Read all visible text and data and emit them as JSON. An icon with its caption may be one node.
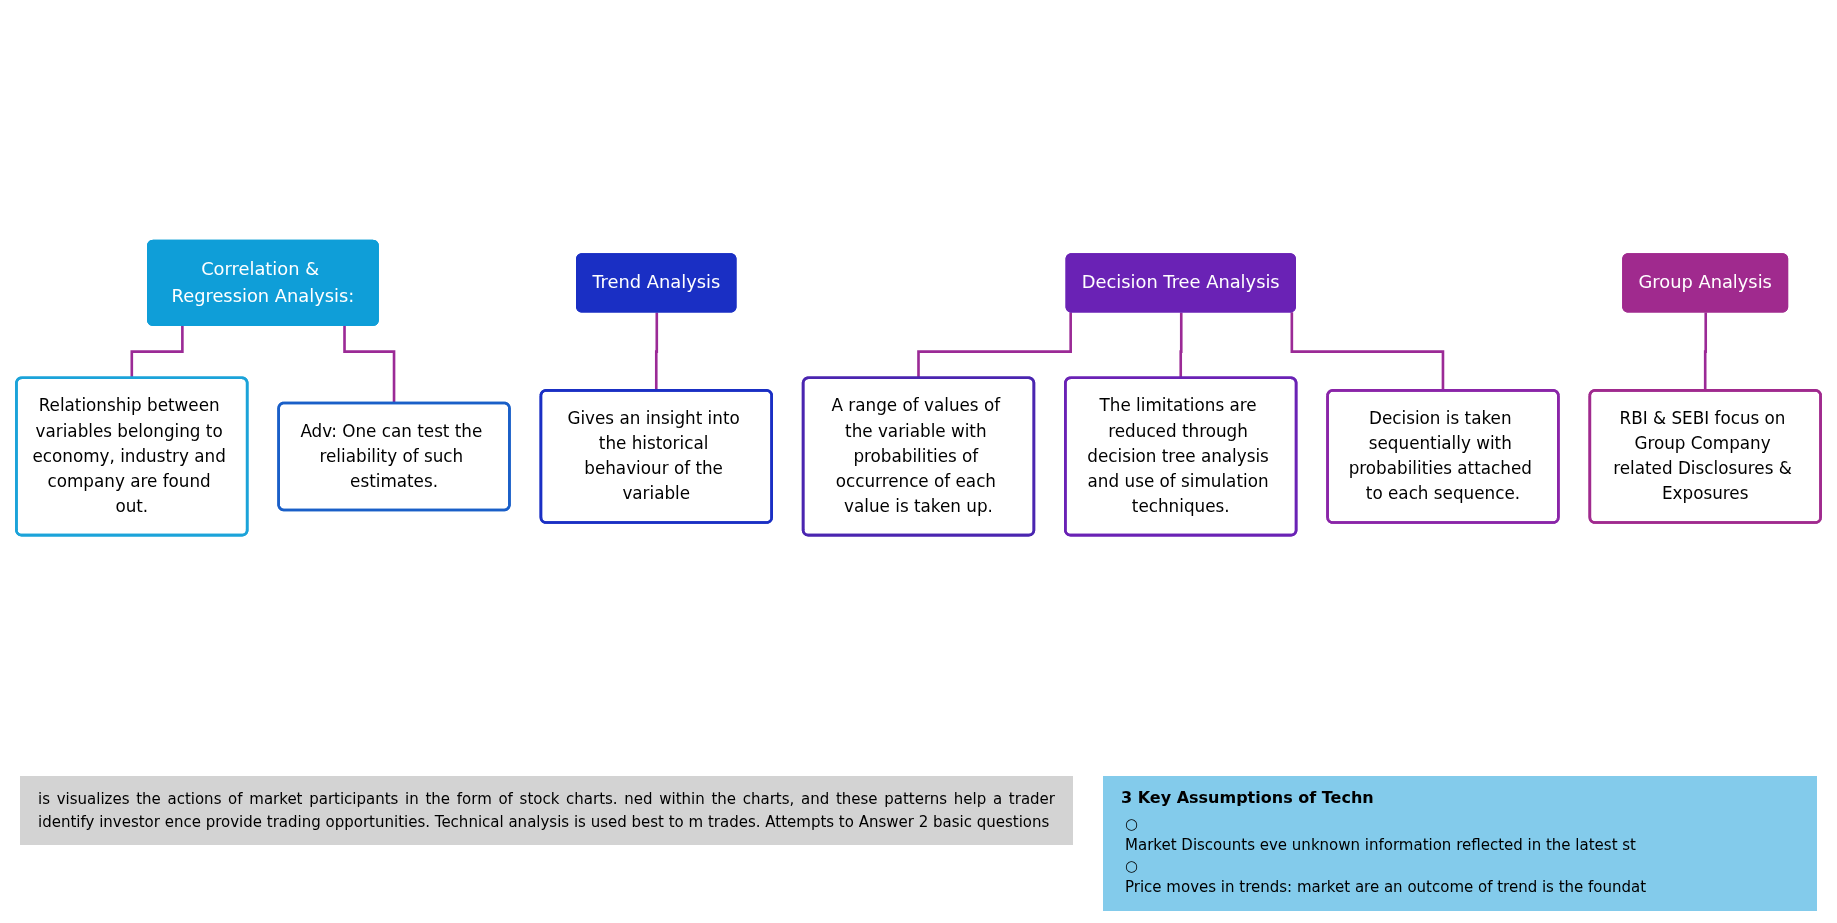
{
  "diagram": {
    "nodes": [
      {
        "text": [
          "Correlation & Regression Analysis:"
        ]
      },
      {
        "text": [
          "Relationship between variables belonging to economy, industry and company are found out."
        ]
      },
      {
        "text": [
          "Adv: One can test the reliability of such estimates."
        ]
      },
      {
        "text": [
          "Trend Analysis"
        ]
      },
      {
        "text": [
          "Gives an insight into the historical behaviour of the variable"
        ]
      },
      {
        "text": [
          "Decision Tree Analysis"
        ]
      },
      {
        "text": [
          "A range of values of the variable with probabilities of occurrence of each value is taken up."
        ]
      },
      {
        "text": [
          "The limitations are reduced through decision tree analysis and use of simulation techniques."
        ]
      },
      {
        "text": [
          "Decision is taken sequentially with probabilities attached to each sequence."
        ]
      },
      {
        "text": [
          "Group Analysis"
        ]
      },
      {
        "text": [
          "RBI & SEBI focus on Group Company related Disclosures & Exposures"
        ]
      }
    ],
    "edges": [
      {
        "from": 0,
        "to": 1,
        "arrow": "none"
      },
      {
        "from": 0,
        "to": 2,
        "arrow": "none"
      },
      {
        "from": 3,
        "to": 4,
        "arrow": "none"
      },
      {
        "from": 5,
        "to": 6,
        "arrow": "none"
      },
      {
        "from": 5,
        "to": 7,
        "arrow": "none"
      },
      {
        "from": 5,
        "to": 8,
        "arrow": "none"
      },
      {
        "from": 9,
        "to": 10,
        "arrow": "none"
      }
    ],
    "labels": [
      "is visualizes the actions of market participants in the form of stock charts. ned within the charts, and these patterns help a trader identify investor ence provide trading opportunities. Technical analysis is used best to m trades. Attempts to Answer 2 basic questions",
      "3 Key Assumptions of Techn",
      "○",
      "Market Discounts eve unknown information reflected in the latest st",
      "○",
      "Price moves in trends: market are an outcome of trend is the foundat"
    ]
  }
}
